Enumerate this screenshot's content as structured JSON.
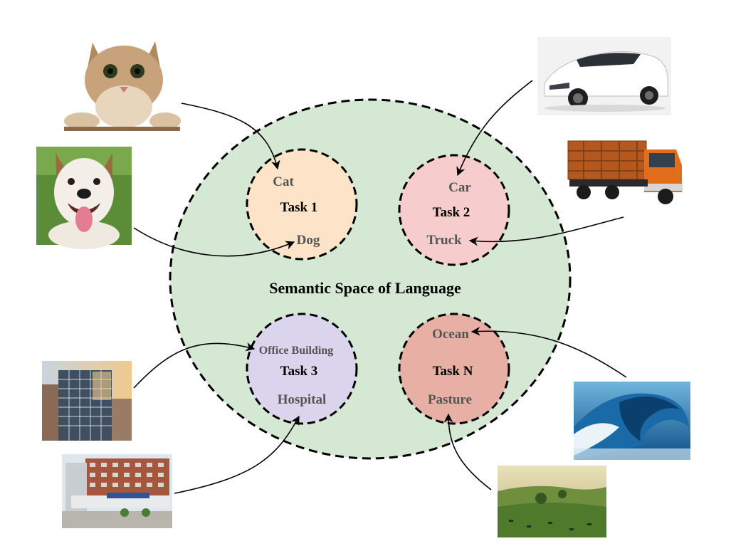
{
  "diagram": {
    "main_label": "Semantic Space of Language",
    "colors": {
      "space_fill": "#d5e8d4",
      "task1_fill": "#fde4c8",
      "task2_fill": "#f6cccc",
      "task3_fill": "#dad4ec",
      "taskN_fill": "#e8b0a4"
    },
    "tasks": [
      {
        "title": "Task 1",
        "labels": [
          "Cat",
          "Dog"
        ]
      },
      {
        "title": "Task 2",
        "labels": [
          "Car",
          "Truck"
        ]
      },
      {
        "title": "Task 3",
        "labels": [
          "Office Building",
          "Hospital"
        ]
      },
      {
        "title": "Task N",
        "labels": [
          "Ocean",
          "Pasture"
        ]
      }
    ],
    "images": [
      "cat-photo",
      "dog-photo",
      "car-photo",
      "truck-photo",
      "office-building-photo",
      "hospital-photo",
      "ocean-wave-photo",
      "pasture-photo"
    ]
  }
}
